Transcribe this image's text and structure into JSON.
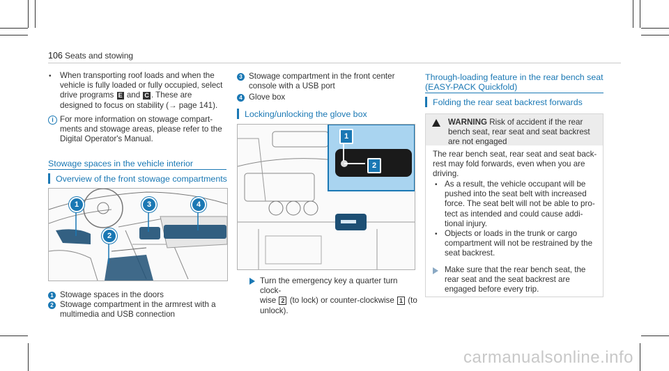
{
  "header": {
    "page_number": "106",
    "section": "Seats and stowing"
  },
  "left_col": {
    "bullet1": {
      "line1": "When transporting roof loads and when the",
      "line2": "vehicle is fully loaded or fully occupied, select",
      "line3_pre": "drive programs",
      "key_e": "E",
      "line3_and": "and",
      "key_c": "C",
      "line3_post": ". These are",
      "line4": "designed to focus on stability (→ page 141)."
    },
    "info": {
      "line1": "For more information on stowage compart-",
      "line2": "ments and stowage areas, please refer to the",
      "line3": "Digital Operator's Manual."
    },
    "section_title": "Stowage spaces in the vehicle interior",
    "subsection_title": "Overview of the front stowage compartments",
    "callouts": [
      "1",
      "2",
      "3",
      "4"
    ],
    "captions": [
      {
        "num": "1",
        "line1": "Stowage spaces in the doors"
      },
      {
        "num": "2",
        "line1": "Stowage compartment in the armrest with a",
        "line2": "multimedia and USB connection"
      }
    ]
  },
  "mid_col": {
    "captions": [
      {
        "num": "3",
        "line1": "Stowage compartment in the front center",
        "line2": "console with a USB port"
      },
      {
        "num": "4",
        "line1": "Glove box"
      }
    ],
    "subsection_title": "Locking/unlocking the glove box",
    "inset_callouts": [
      "1",
      "2"
    ],
    "step": {
      "line1": "Turn the emergency key a quarter turn clock-",
      "line2_pre": "wise",
      "key2": "2",
      "line2_mid": "(to lock) or counter-clockwise",
      "key1": "1",
      "line2_post": "(to",
      "line3": "unlock)."
    }
  },
  "right_col": {
    "section_title_l1": "Through-loading feature in the rear bench seat",
    "section_title_l2": "(EASY-PACK Quickfold)",
    "subsection_title": "Folding the rear seat backrest forwards",
    "warning": {
      "label": "WARNING",
      "head_l1": "Risk of accident if the rear",
      "head_l2": "bench seat, rear seat and seat backrest",
      "head_l3": "are not engaged",
      "body_l1": "The rear bench seat, rear seat and seat back-",
      "body_l2": "rest may fold forwards, even when you are",
      "body_l3": "driving.",
      "bullets": [
        {
          "l1": "As a result, the vehicle occupant will be",
          "l2": "pushed into the seat belt with increased",
          "l3": "force. The seat belt will not be able to pro-",
          "l4": "tect as intended and could cause addi-",
          "l5": "tional injury."
        },
        {
          "l1": "Objects or loads in the trunk or cargo",
          "l2": "compartment will not be restrained by the",
          "l3": "seat backrest."
        }
      ],
      "step_l1": "Make sure that the rear bench seat, the",
      "step_l2": "rear seat and the seat backrest are",
      "step_l3": "engaged before every trip."
    }
  },
  "watermark": "carmanualsonline.info",
  "colors": {
    "accent": "#1a78b4",
    "text": "#333333",
    "warning_bg": "#ececec"
  }
}
